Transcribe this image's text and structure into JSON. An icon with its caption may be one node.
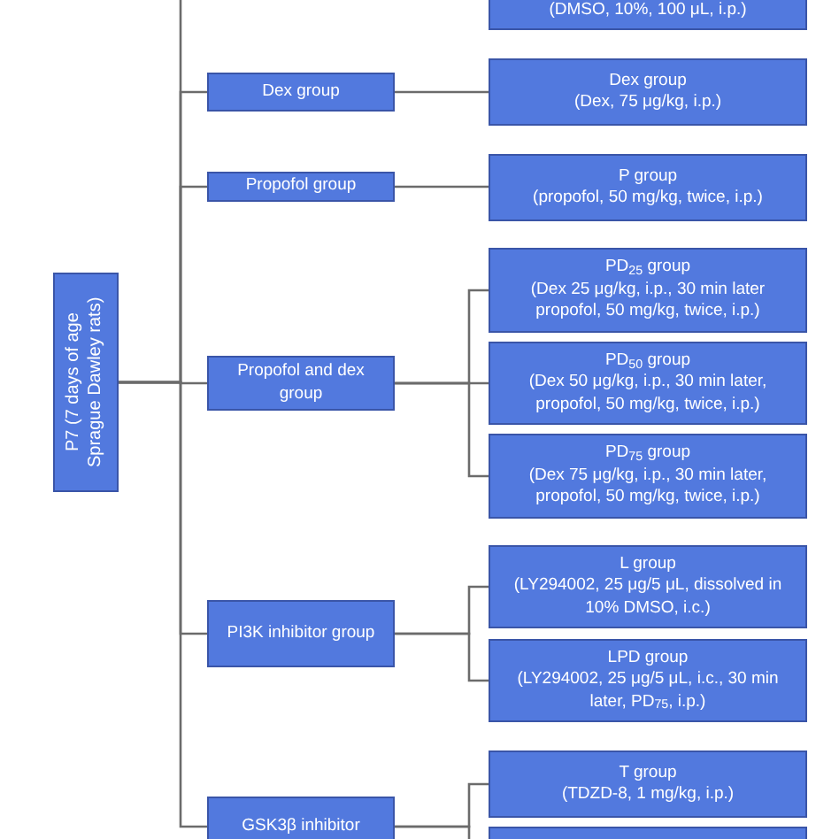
{
  "diagram": {
    "nodes": [
      {
        "text": [
          "P7 (7 days of age Sprague Dawley rats)"
        ]
      },
      {
        "text": [
          "(DMSO, 10%, 100 μL, i.p.)"
        ]
      },
      {
        "text": [
          "Dex group"
        ]
      },
      {
        "text": [
          "Dex group",
          "(Dex, 75 μg/kg, i.p.)"
        ]
      },
      {
        "text": [
          "Propofol group"
        ]
      },
      {
        "text": [
          "P group",
          "(propofol, 50 mg/kg, twice, i.p.)"
        ]
      },
      {
        "text": [
          "Propofol and dex group"
        ]
      },
      {
        "text": [
          "PD$_{25}$ group",
          "(Dex 25 μg/kg, i.p., 30 min later propofol, 50 mg/kg, twice, i.p.)"
        ]
      },
      {
        "text": [
          "PD$_{50}$ group",
          "(Dex 50 μg/kg, i.p., 30 min later, propofol, 50 mg/kg, twice, i.p.)"
        ]
      },
      {
        "text": [
          "PD$_{75}$ group",
          "(Dex 75 μg/kg, i.p., 30 min later, propofol, 50 mg/kg, twice, i.p.)"
        ]
      },
      {
        "text": [
          "PI3K inhibitor group"
        ]
      },
      {
        "text": [
          "L group",
          "(LY294002, 25 μg/5 μL, dissolved in 10% DMSO, i.c.)"
        ]
      },
      {
        "text": [
          "LPD group",
          "(LY294002, 25 μg/5 μL, i.c., 30 min later, PD$_{75}$, i.p.)"
        ]
      },
      {
        "text": [
          "GSK3β inhibitor"
        ]
      },
      {
        "text": [
          "T group",
          "(TDZD-8, 1 mg/kg, i.p.)"
        ]
      },
      {
        "text": [],
        "shape": "box"
      }
    ],
    "edges": [
      {
        "from": 0,
        "to": null,
        "arrow": "none"
      },
      {
        "from": 0,
        "to": 2,
        "arrow": "none"
      },
      {
        "from": 0,
        "to": 4,
        "arrow": "none"
      },
      {
        "from": 0,
        "to": 6,
        "arrow": "none"
      },
      {
        "from": 0,
        "to": 10,
        "arrow": "none"
      },
      {
        "from": 0,
        "to": 13,
        "arrow": "none"
      },
      {
        "from": 2,
        "to": 3,
        "arrow": "none"
      },
      {
        "from": 4,
        "to": 5,
        "arrow": "none"
      },
      {
        "from": 6,
        "to": 7,
        "arrow": "none"
      },
      {
        "from": 6,
        "to": 8,
        "arrow": "none"
      },
      {
        "from": 6,
        "to": 9,
        "arrow": "none"
      },
      {
        "from": 10,
        "to": 11,
        "arrow": "none"
      },
      {
        "from": 10,
        "to": 12,
        "arrow": "none"
      },
      {
        "from": 13,
        "to": 14,
        "arrow": "none"
      },
      {
        "from": 13,
        "to": 15,
        "arrow": "none"
      }
    ]
  }
}
